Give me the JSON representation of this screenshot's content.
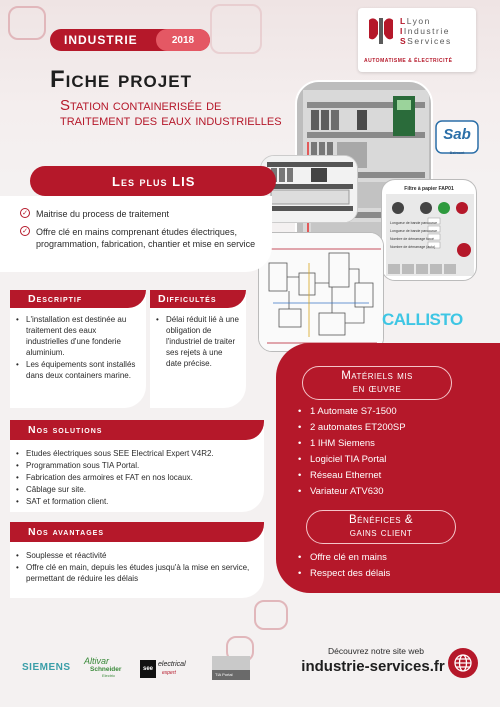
{
  "header": {
    "tag_label": "Industrie",
    "year": "2018",
    "title": "Fiche projet",
    "subtitle": "Station containerisée de traitement des eaux industrielles"
  },
  "brand": {
    "name_lines": [
      "Lyon",
      "Industrie",
      "Services"
    ],
    "tagline": "AUTOMATISME & ÉLECTRICITÉ"
  },
  "partners": {
    "sab_logo": "Sab",
    "sab_name": "Belmont",
    "callisto": "CALLISTO",
    "hmi_title": "Filtre à papier FAP01",
    "hmi_rows": [
      "Longueur de bande parcourue",
      "Longueur de bande parcourue",
      "Nombre de démarrage forcé",
      "Nombre de démarrage (auto)"
    ]
  },
  "plus_lis": {
    "title": "Les plus LIS",
    "items": [
      "Maitrise du process de traitement",
      "Offre clé en mains comprenant études électriques, programmation, fabrication, chantier et mise en service"
    ]
  },
  "descriptif": {
    "title": "Descriptif",
    "items": [
      "L'installation est destinée au traitement des eaux industrielles d'une fonderie aluminium.",
      "Les équipements sont installés dans deux containers marine."
    ]
  },
  "difficultes": {
    "title": "Difficultés",
    "items": [
      "Délai réduit lié à une obligation de l'industriel de traiter ses rejets à une date précise."
    ]
  },
  "solutions": {
    "title": "Nos solutions",
    "items": [
      "Etudes électriques sous SEE Electrical Expert V4R2.",
      "Programmation sous TIA Portal.",
      "Fabrication des armoires et FAT en nos locaux.",
      "Câblage sur site.",
      "SAT et formation client."
    ]
  },
  "avantages": {
    "title": "Nos avantages",
    "items": [
      "Souplesse et réactivité",
      "Offre clé en main, depuis les études jusqu'à la mise en service, permettant de réduire les délais"
    ]
  },
  "materiels": {
    "title_lines": [
      "Matériels mis",
      "en œuvre"
    ],
    "items": [
      "1 Automate S7-1500",
      "2 automates ET200SP",
      "1 IHM Siemens",
      "Logiciel TIA Portal",
      "Réseau Ethernet",
      "Variateur ATV630"
    ]
  },
  "benefices": {
    "title_lines": [
      "Bénéfices &",
      "gains client"
    ],
    "items": [
      "Offre clé en mains",
      "Respect des délais"
    ]
  },
  "footer": {
    "discover": "Découvrez notre site web",
    "site": "industrie-services.fr",
    "logos": {
      "siemens": "SIEMENS",
      "altivar": "Altivar",
      "schneider": "Schneider",
      "schneider_sub": "Electric",
      "see": "see",
      "see_electrical": "electrical",
      "see_expert": "expert",
      "tia": "TIA Portal"
    }
  },
  "colors": {
    "accent": "#b5182a",
    "accent_light": "#e45864",
    "callisto": "#3ec6e4"
  }
}
